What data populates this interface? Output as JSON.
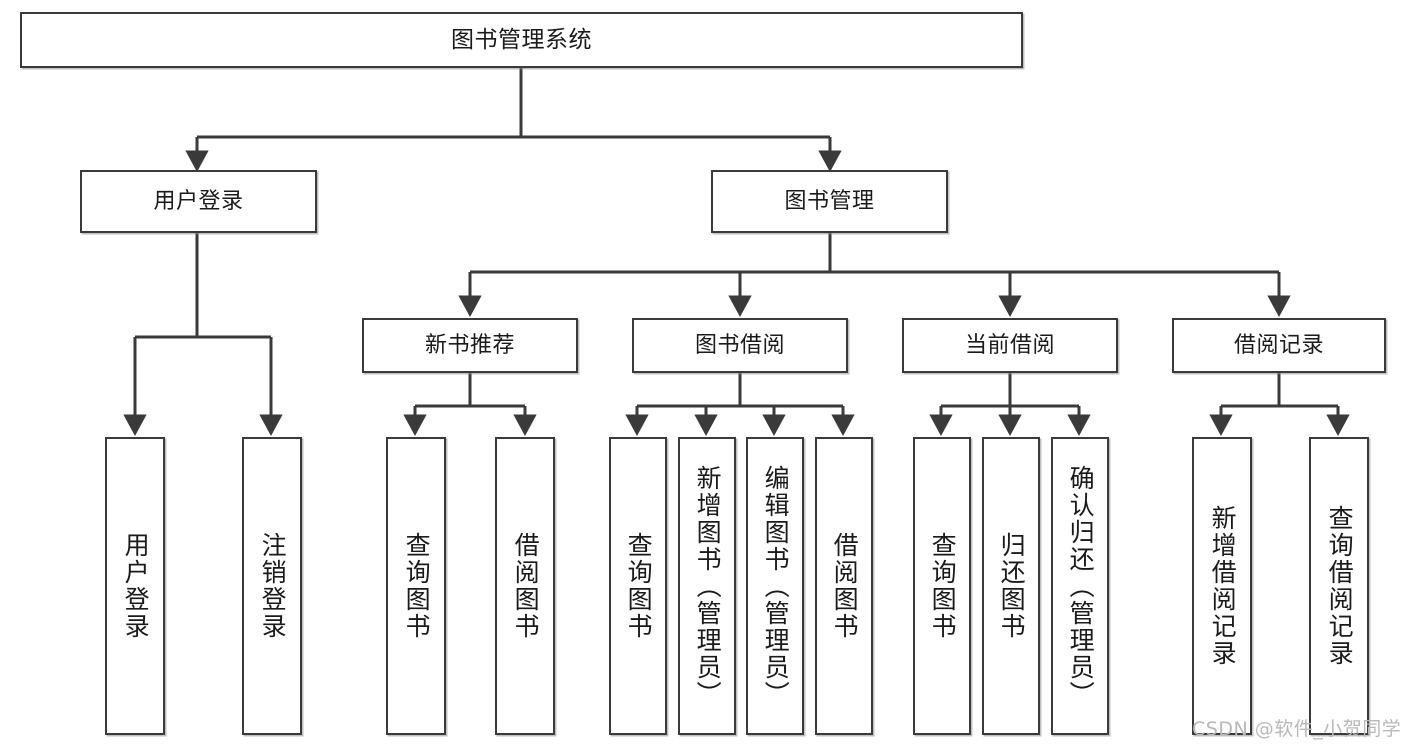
{
  "diagram": {
    "title": "图书管理系统",
    "type": "function-structure-tree",
    "stroke_color": "#3a3a3a",
    "background_color": "#ffffff",
    "text_color": "#1a1a1a",
    "watermark": "CSDN @软件_小贺同学",
    "levels": {
      "root": {
        "label": "图书管理系统"
      },
      "level2": [
        {
          "id": "user-login",
          "label": "用户登录"
        },
        {
          "id": "book-management",
          "label": "图书管理"
        }
      ],
      "level3": [
        {
          "id": "new-book-recommend",
          "label": "新书推荐"
        },
        {
          "id": "book-borrow",
          "label": "图书借阅"
        },
        {
          "id": "current-borrow",
          "label": "当前借阅"
        },
        {
          "id": "borrow-record",
          "label": "借阅记录"
        }
      ],
      "leaves": {
        "user-login": [
          {
            "id": "leaf-user-login",
            "label": "用户登录"
          },
          {
            "id": "leaf-user-logout",
            "label": "注销登录"
          }
        ],
        "new-book-recommend": [
          {
            "id": "leaf-query-book-1",
            "label": "查询图书"
          },
          {
            "id": "leaf-borrow-book-1",
            "label": "借阅图书"
          }
        ],
        "book-borrow": [
          {
            "id": "leaf-query-book-2",
            "label": "查询图书"
          },
          {
            "id": "leaf-add-book",
            "label": "新增图书（管理员）"
          },
          {
            "id": "leaf-edit-book",
            "label": "编辑图书（管理员）"
          },
          {
            "id": "leaf-borrow-book-2",
            "label": "借阅图书"
          }
        ],
        "current-borrow": [
          {
            "id": "leaf-query-book-3",
            "label": "查询图书"
          },
          {
            "id": "leaf-return-book",
            "label": "归还图书"
          },
          {
            "id": "leaf-confirm-return",
            "label": "确认归还（管理员）"
          }
        ],
        "borrow-record": [
          {
            "id": "leaf-add-record",
            "label": "新增借阅记录"
          },
          {
            "id": "leaf-query-record",
            "label": "查询借阅记录"
          }
        ]
      }
    }
  }
}
